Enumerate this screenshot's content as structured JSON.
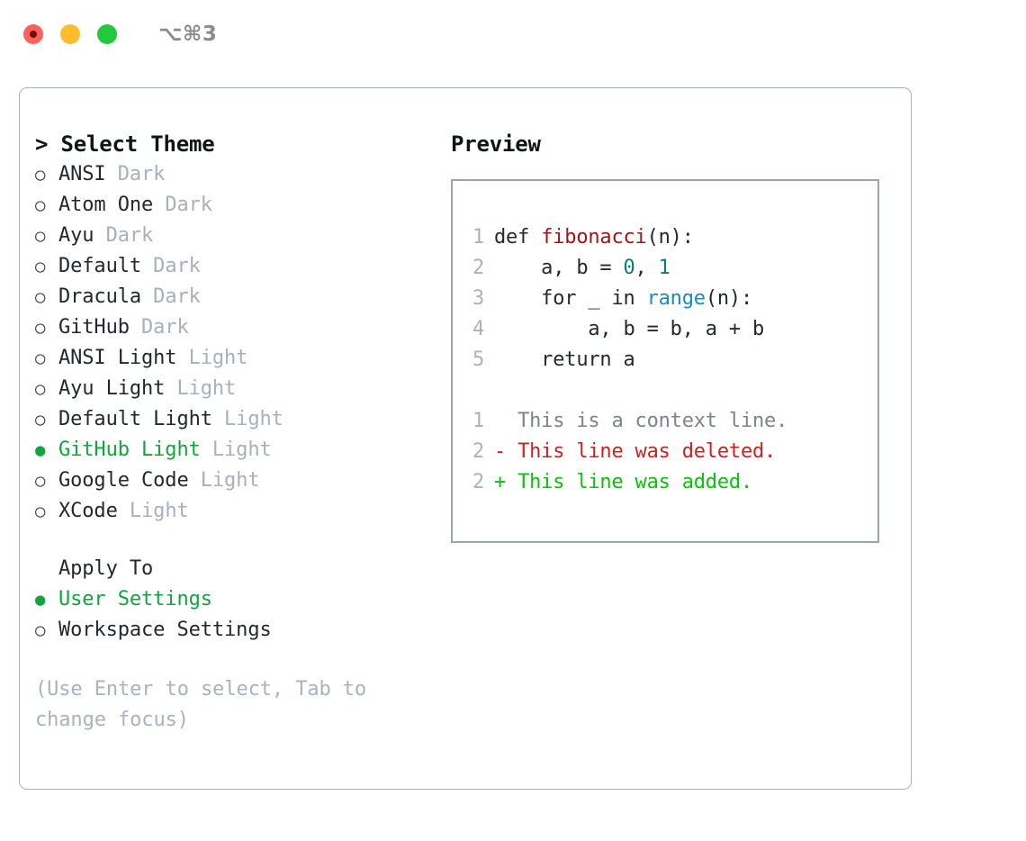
{
  "window": {
    "shortcut": "⌥⌘3",
    "lights": [
      {
        "name": "close",
        "color": "#ff605c"
      },
      {
        "name": "minimize",
        "color": "#ffbd2e"
      },
      {
        "name": "maximize",
        "color": "#22c93c"
      }
    ]
  },
  "theme_picker": {
    "prompt": "> Select Theme",
    "selected_bullet": "●",
    "unselected_bullet": "○",
    "accent_color": "#10a63c",
    "options": [
      {
        "name": "ANSI",
        "variant": "Dark",
        "selected": false
      },
      {
        "name": "Atom One",
        "variant": "Dark",
        "selected": false
      },
      {
        "name": "Ayu",
        "variant": "Dark",
        "selected": false
      },
      {
        "name": "Default",
        "variant": "Dark",
        "selected": false
      },
      {
        "name": "Dracula",
        "variant": "Dark",
        "selected": false
      },
      {
        "name": "GitHub",
        "variant": "Dark",
        "selected": false
      },
      {
        "name": "ANSI Light",
        "variant": "Light",
        "selected": false
      },
      {
        "name": "Ayu Light",
        "variant": "Light",
        "selected": false
      },
      {
        "name": "Default Light",
        "variant": "Light",
        "selected": false
      },
      {
        "name": "GitHub Light",
        "variant": "Light",
        "selected": true
      },
      {
        "name": "Google Code",
        "variant": "Light",
        "selected": false
      },
      {
        "name": "XCode",
        "variant": "Light",
        "selected": false
      }
    ]
  },
  "apply_to": {
    "header": "Apply To",
    "options": [
      {
        "name": "User Settings",
        "selected": true
      },
      {
        "name": "Workspace Settings",
        "selected": false
      }
    ]
  },
  "hint": "(Use Enter to select, Tab to change focus)",
  "preview": {
    "title": "Preview",
    "code_lines": [
      {
        "no": "1",
        "segments": [
          {
            "t": "def ",
            "c": "plain"
          },
          {
            "t": "fibonacci",
            "c": "fn"
          },
          {
            "t": "(n):",
            "c": "plain"
          }
        ]
      },
      {
        "no": "2",
        "segments": [
          {
            "t": "    a, b = ",
            "c": "plain"
          },
          {
            "t": "0",
            "c": "num"
          },
          {
            "t": ", ",
            "c": "plain"
          },
          {
            "t": "1",
            "c": "num"
          }
        ]
      },
      {
        "no": "3",
        "segments": [
          {
            "t": "    for _ in ",
            "c": "plain"
          },
          {
            "t": "range",
            "c": "call"
          },
          {
            "t": "(n):",
            "c": "plain"
          }
        ]
      },
      {
        "no": "4",
        "segments": [
          {
            "t": "        a, b = b, a + b",
            "c": "plain"
          }
        ]
      },
      {
        "no": "5",
        "segments": [
          {
            "t": "    return a",
            "c": "plain"
          }
        ]
      }
    ],
    "diff_lines": [
      {
        "no": "1",
        "marker": "  ",
        "text": "This is a context line.",
        "kind": "ctx"
      },
      {
        "no": "2",
        "marker": "- ",
        "text": "This line was deleted.",
        "kind": "del"
      },
      {
        "no": "2",
        "marker": "+ ",
        "text": "This line was added.",
        "kind": "add"
      }
    ],
    "colors": {
      "function": "#a31515",
      "number": "#0b7a78",
      "call": "#1a8ac0",
      "plain": "#24292e",
      "line_number": "#a8b2bf",
      "diff_context": "#7c848f",
      "diff_deleted": "#cc2222",
      "diff_added": "#08c408"
    }
  }
}
